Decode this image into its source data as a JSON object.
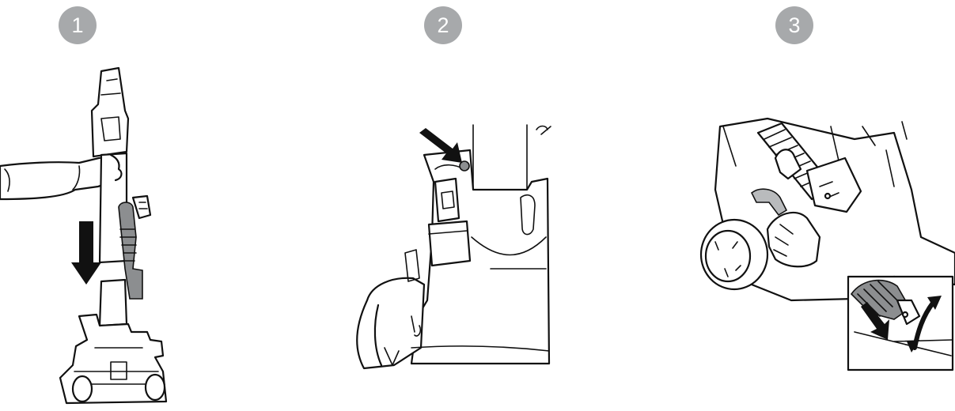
{
  "steps": [
    {
      "number": "1",
      "icon": "vacuum-detach-handle"
    },
    {
      "number": "2",
      "icon": "vacuum-release-button"
    },
    {
      "number": "3",
      "icon": "vacuum-hose-disconnect"
    }
  ],
  "colors": {
    "badge": "#a7a9ab",
    "badge_text": "#ffffff",
    "line": "#111111",
    "shade": "#8c8e90"
  }
}
